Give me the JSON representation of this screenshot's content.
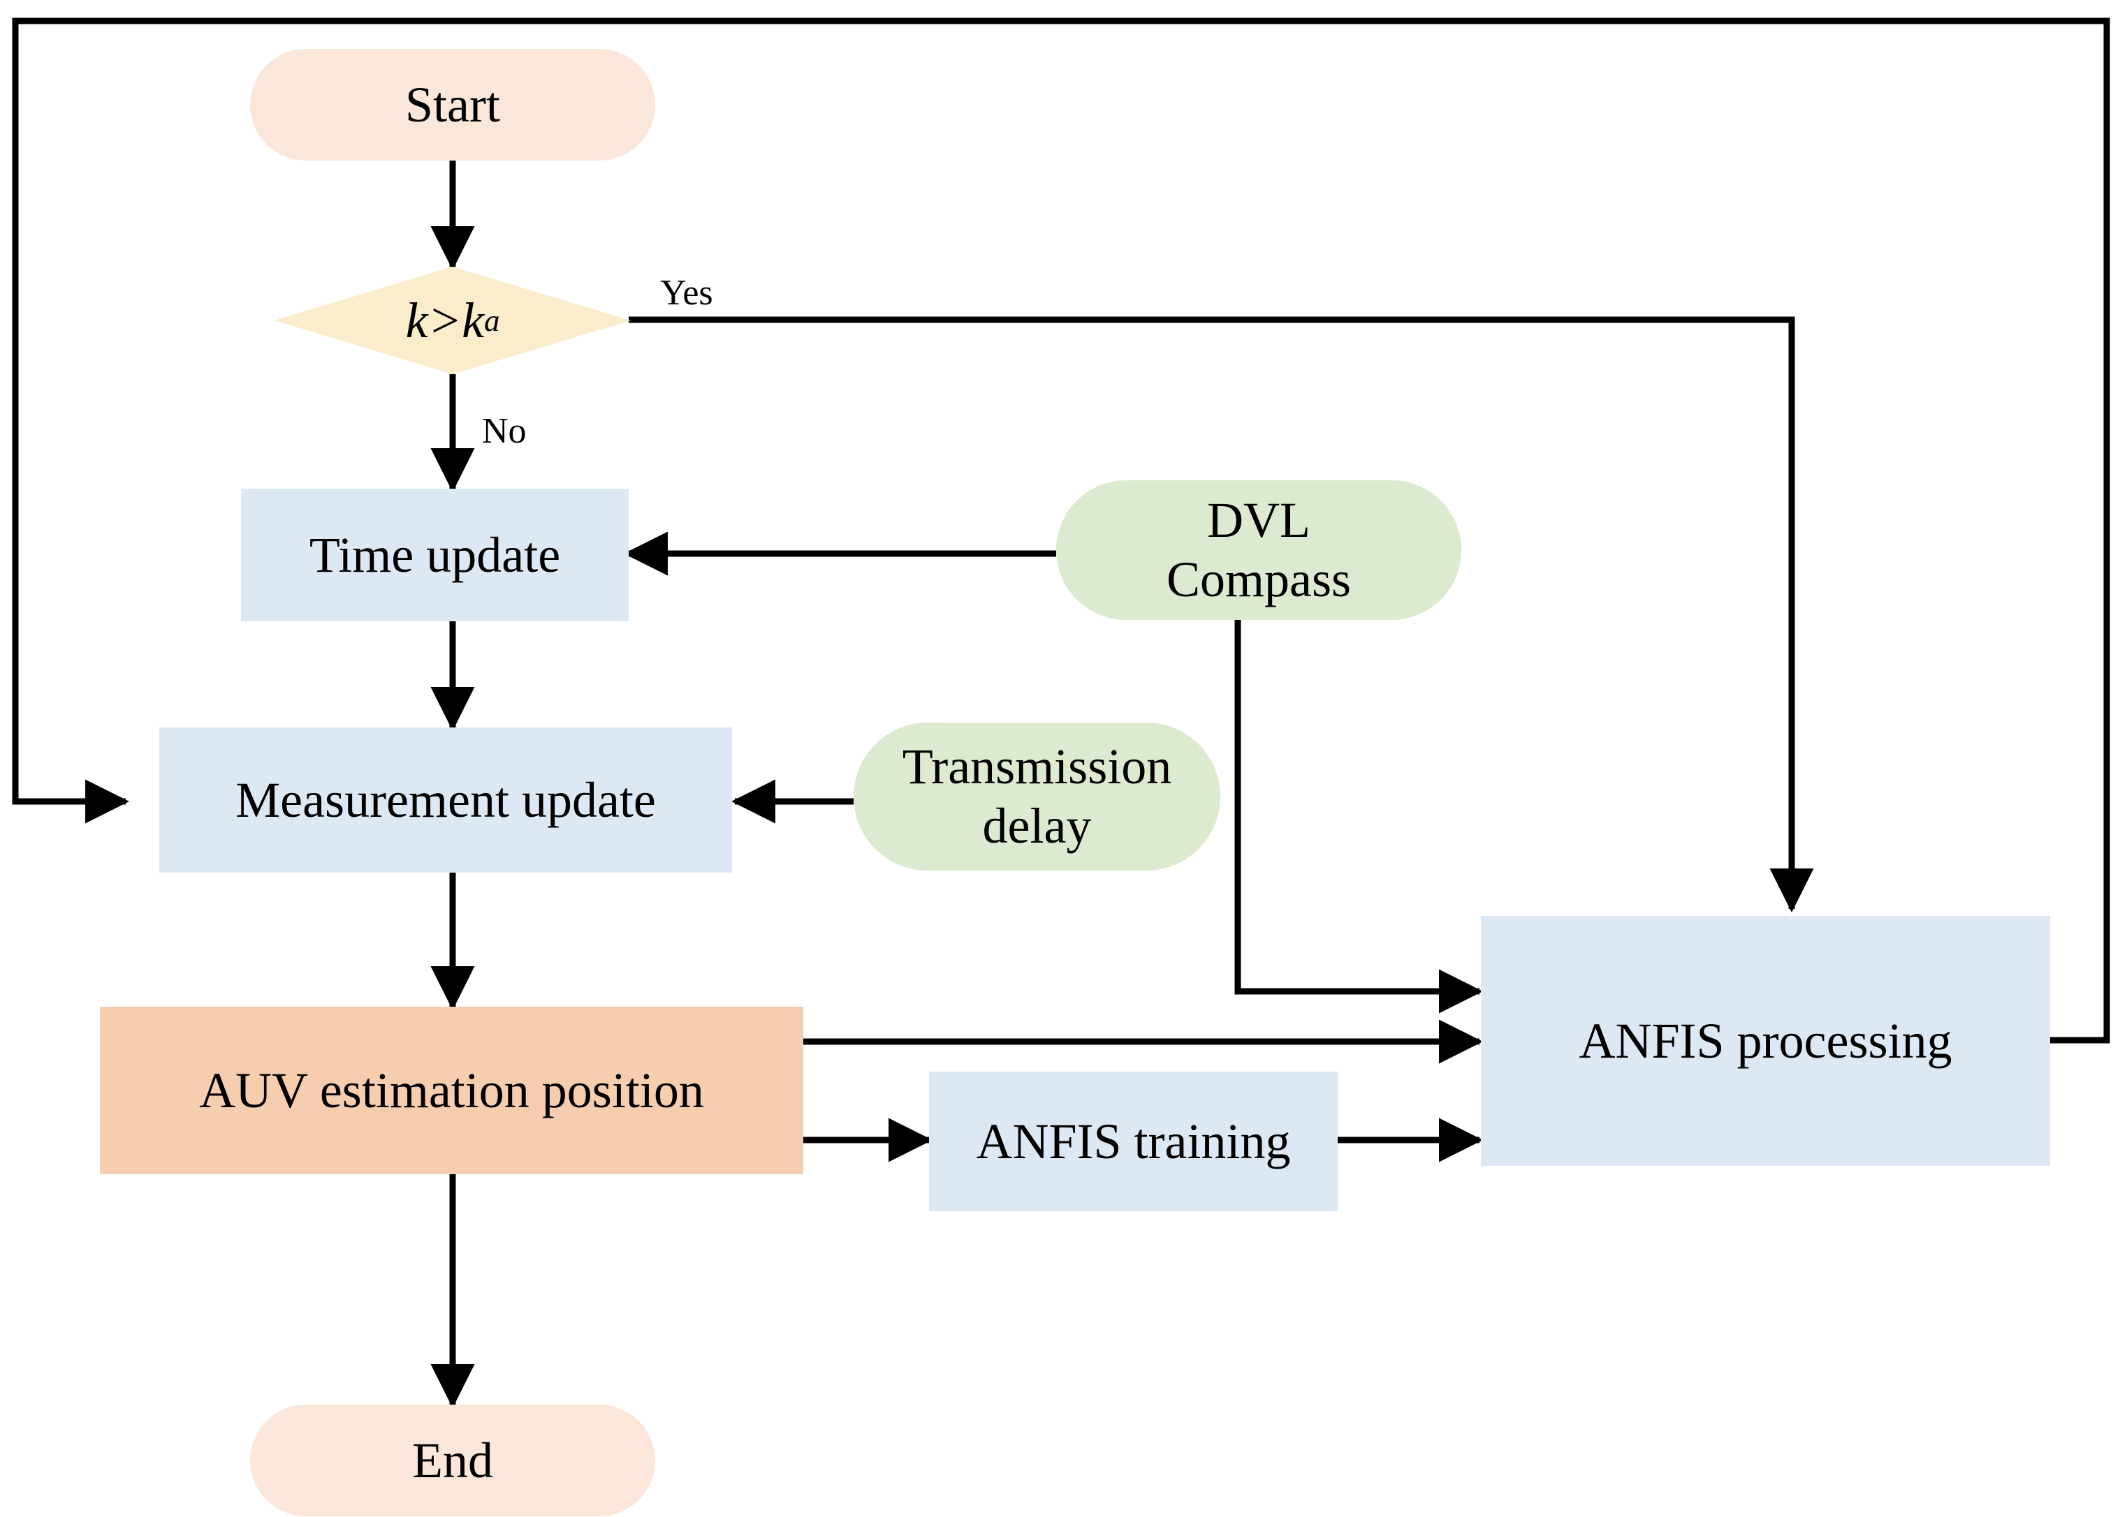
{
  "diagram": {
    "title": "AUV ANFIS-assisted navigation flowchart",
    "colors": {
      "terminator_fill": "#fbe7da",
      "process_fill": "#dde8f5",
      "highlight_fill": "#f7cdb0",
      "decision_fill": "#fbeccb",
      "sensor_fill": "#dcead0",
      "line": "#000000",
      "background": "#ffffff"
    }
  },
  "nodes": {
    "start": {
      "label": "Start",
      "shape": "terminator"
    },
    "decision": {
      "label": "k>ka",
      "expr_left": "k",
      "expr_op": ">",
      "expr_right": "k",
      "expr_sub": "a",
      "shape": "diamond"
    },
    "time_update": {
      "label": "Time update",
      "shape": "process"
    },
    "measurement_update": {
      "label": "Measurement update",
      "shape": "process"
    },
    "auv_estimation": {
      "label": "AUV estimation position",
      "shape": "process-highlight"
    },
    "anfis_training": {
      "label": "ANFIS training",
      "shape": "process"
    },
    "anfis_processing": {
      "label": "ANFIS processing",
      "shape": "process"
    },
    "dvl_compass": {
      "label": "DVL\nCompass",
      "shape": "sensor"
    },
    "transmission_delay": {
      "label": "Transmission\ndelay",
      "shape": "sensor"
    },
    "end": {
      "label": "End",
      "shape": "terminator"
    }
  },
  "edge_labels": {
    "yes": "Yes",
    "no": "No"
  },
  "edges": [
    {
      "from": "start",
      "to": "decision",
      "label": ""
    },
    {
      "from": "decision",
      "to": "time_update",
      "label": "No"
    },
    {
      "from": "decision",
      "to": "anfis_processing",
      "label": "Yes"
    },
    {
      "from": "time_update",
      "to": "measurement_update",
      "label": ""
    },
    {
      "from": "dvl_compass",
      "to": "time_update",
      "label": ""
    },
    {
      "from": "dvl_compass",
      "to": "anfis_processing",
      "label": ""
    },
    {
      "from": "transmission_delay",
      "to": "measurement_update",
      "label": ""
    },
    {
      "from": "measurement_update",
      "to": "auv_estimation",
      "label": ""
    },
    {
      "from": "auv_estimation",
      "to": "end",
      "label": ""
    },
    {
      "from": "auv_estimation",
      "to": "anfis_training",
      "label": ""
    },
    {
      "from": "auv_estimation",
      "to": "anfis_processing",
      "label": ""
    },
    {
      "from": "anfis_training",
      "to": "anfis_processing",
      "label": ""
    },
    {
      "from": "anfis_processing",
      "to": "measurement_update",
      "label": ""
    }
  ]
}
